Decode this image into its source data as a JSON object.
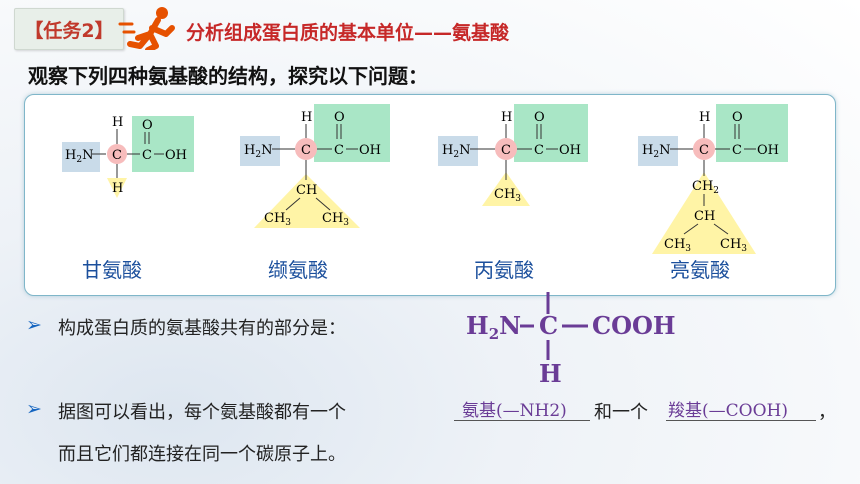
{
  "header": {
    "task_label": "【任务2】",
    "title": "分析组成蛋白质的基本单位——氨基酸"
  },
  "question": "观察下列四种氨基酸的结构，探究以下问题：",
  "amino_acids": [
    {
      "name": "甘氨酸",
      "r_group": [
        "H"
      ]
    },
    {
      "name": "缬氨酸",
      "r_group": [
        "CH",
        "CH3",
        "CH3"
      ]
    },
    {
      "name": "丙氨酸",
      "r_group": [
        "CH3"
      ]
    },
    {
      "name": "亮氨酸",
      "r_group": [
        "CH2",
        "CH",
        "CH3",
        "CH3"
      ]
    }
  ],
  "structure_labels": {
    "amino": "H2N",
    "alpha_c": "C",
    "carboxyl_c": "C",
    "oh": "OH",
    "o": "O",
    "h": "H"
  },
  "bullets": [
    {
      "marker": "➢",
      "text": "构成蛋白质的氨基酸共有的部分是："
    },
    {
      "marker": "➢",
      "text_before": "据图可以看出，每个氨基酸都有一个",
      "answer1": "氨基(—NH2)",
      "middle": "和一个",
      "answer2": "羧基(—COOH)",
      "end": "，",
      "line2": "而且它们都连接在同一个碳原子上。"
    }
  ],
  "common_structure": {
    "left": "H2N",
    "center": "C",
    "right": "COOH",
    "bottom": "H"
  },
  "colors": {
    "amino_box": "#c9dbe9",
    "carboxyl_box": "#a9e6c6",
    "alpha_c": "#f7bcbc",
    "r_group": "#fff4a6",
    "title_red": "#c62828",
    "name_blue": "#1b4f9c",
    "answer_purple": "#6a3c96"
  }
}
